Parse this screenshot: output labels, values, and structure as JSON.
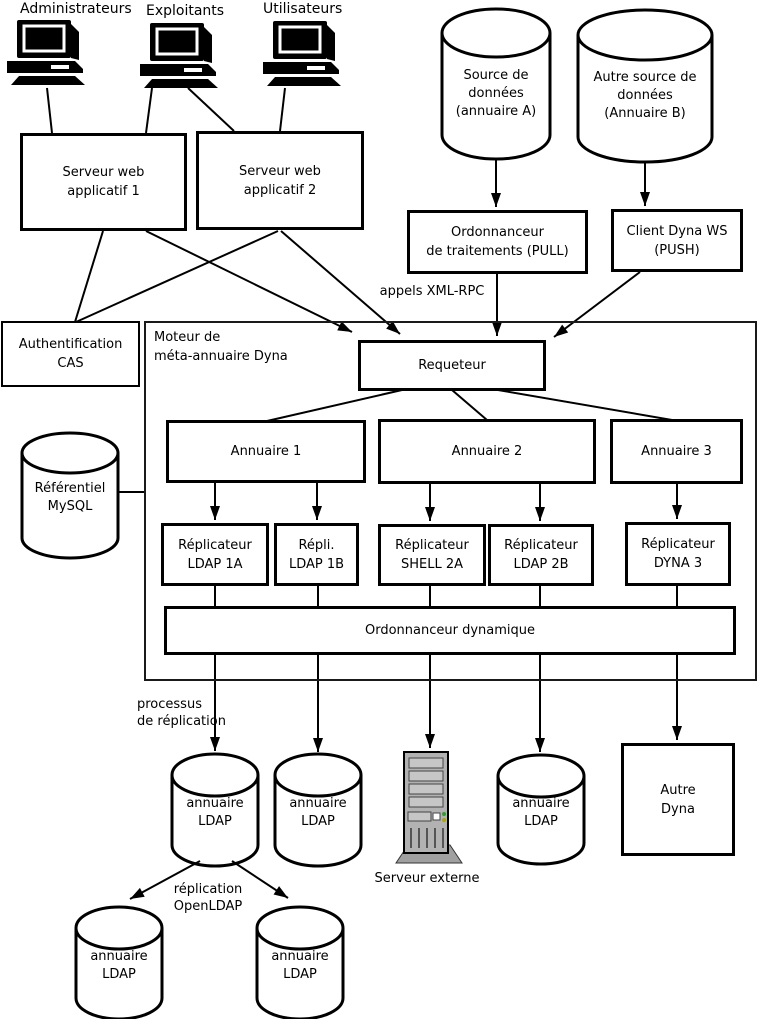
{
  "actors": {
    "admin": "Administrateurs",
    "operators": "Exploitants",
    "users": "Utilisateurs"
  },
  "nodes": {
    "web_server_1": "Serveur web\napplicatif 1",
    "web_server_2": "Serveur web\napplicatif 2",
    "source_a": "Source de\ndonnées\n(annuaire A)",
    "source_b": "Autre source de\ndonnées\n(Annuaire B)",
    "scheduler_pull": "Ordonnanceur\nde traitements (PULL)",
    "client_ws": "Client Dyna WS\n(PUSH)",
    "cas": "Authentification\nCAS",
    "engine": "Moteur de\nméta-annuaire Dyna",
    "requeteur": "Requeteur",
    "annuaire_1": "Annuaire 1",
    "annuaire_2": "Annuaire 2",
    "annuaire_3": "Annuaire 3",
    "repl_1a": "Réplicateur\nLDAP 1A",
    "repl_1b": "Répli.\nLDAP 1B",
    "repl_2a": "Réplicateur\nSHELL 2A",
    "repl_2b": "Réplicateur\nLDAP 2B",
    "repl_3": "Réplicateur\nDYNA 3",
    "dyn_scheduler": "Ordonnanceur dynamique",
    "mysql": "Référentiel\nMySQL",
    "ldap_1": "annuaire\nLDAP",
    "ldap_2": "annuaire\nLDAP",
    "ldap_3": "annuaire\nLDAP",
    "ldap_4": "annuaire\nLDAP",
    "ldap_5": "annuaire\nLDAP",
    "external_server": "Serveur externe",
    "autre_dyna": "Autre\nDyna"
  },
  "labels": {
    "xmlrpc": "appels XML-RPC",
    "replication_process": "processus\nde réplication",
    "openldap": "réplication\nOpenLDAP"
  },
  "colors": {
    "line": "#000000",
    "box_fill": "#ffffff",
    "server_body": "#b2b2b2",
    "server_slot": "#c6c6c6",
    "server_base": "#a0a0a0",
    "led_green": "#2ca02c",
    "led_yellow": "#a8a800"
  }
}
